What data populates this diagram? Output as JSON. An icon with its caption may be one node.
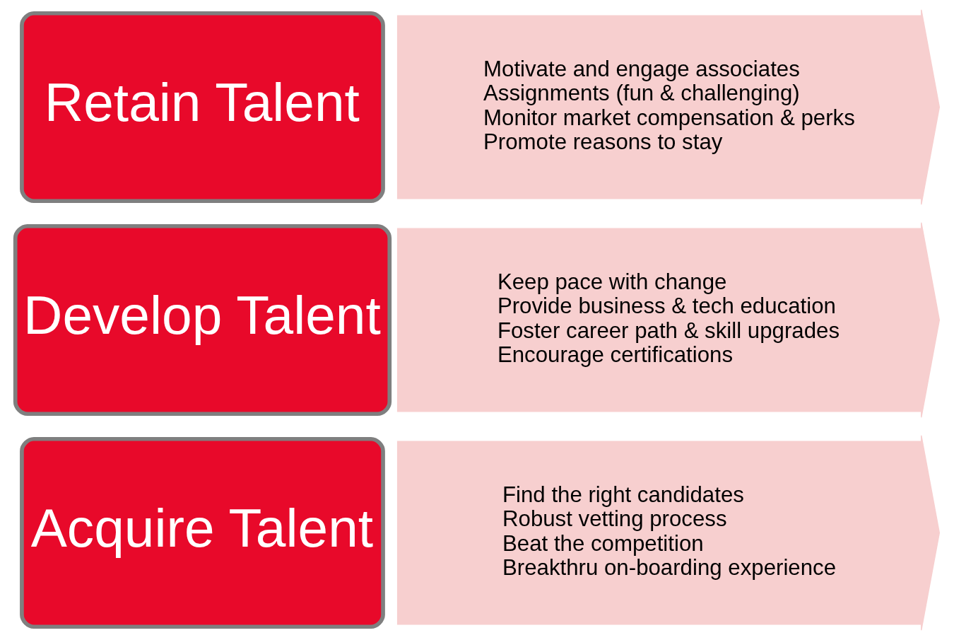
{
  "diagram": {
    "nodes": [
      {
        "text": [
          "Acquire Talent"
        ]
      },
      {
        "text": [
          "Find the right candidates",
          "Robust vetting process",
          "Beat the competition",
          "Breakthru on-boarding experience"
        ]
      },
      {
        "text": [
          "Develop Talent"
        ]
      },
      {
        "text": [
          "Keep pace with change",
          "Provide business & tech education",
          "Foster career path & skill upgrades",
          "Encourage certifications"
        ]
      },
      {
        "text": [
          "Retain Talent"
        ]
      },
      {
        "text": [
          "Motivate and engage associates",
          "Assignments (fun & challenging)",
          "Monitor market compensation & perks",
          "Promote reasons to stay"
        ]
      }
    ],
    "edges": []
  }
}
